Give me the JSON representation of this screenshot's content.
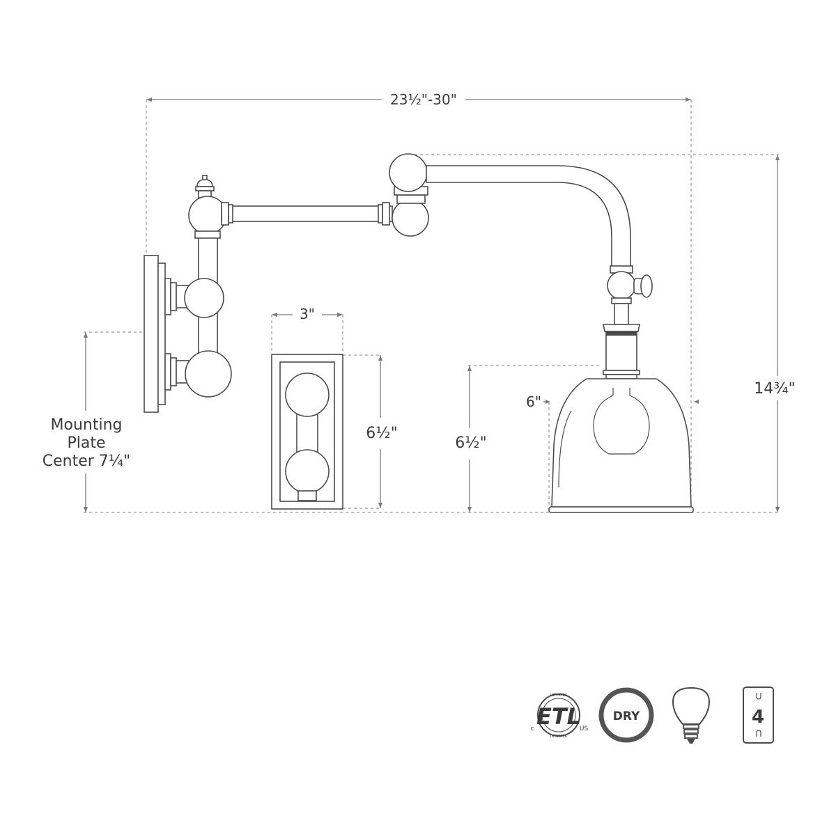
{
  "dimensions": {
    "overall_width": "23½\"-30\"",
    "backplate_width": "3\"",
    "backplate_height": "6½\"",
    "shade_height": "6½\"",
    "shade_diameter": "6\"",
    "overall_height": "14¾\"",
    "mounting_line1": "Mounting",
    "mounting_line2": "Plate",
    "mounting_line3": "Center 7¼\""
  },
  "badges": {
    "etl_text": "ETL",
    "etl_left": "c",
    "etl_right": "US",
    "etl_ring_top": "INTERTEK",
    "etl_ring_bottom": "INTERTEK",
    "dry_text": "DRY",
    "bulb_icon": "light-bulb-icon",
    "bulb_count": "4"
  },
  "colors": {
    "line": "#4a4a4a",
    "dimension": "#7a7a7a",
    "text": "#3a3a3a"
  }
}
